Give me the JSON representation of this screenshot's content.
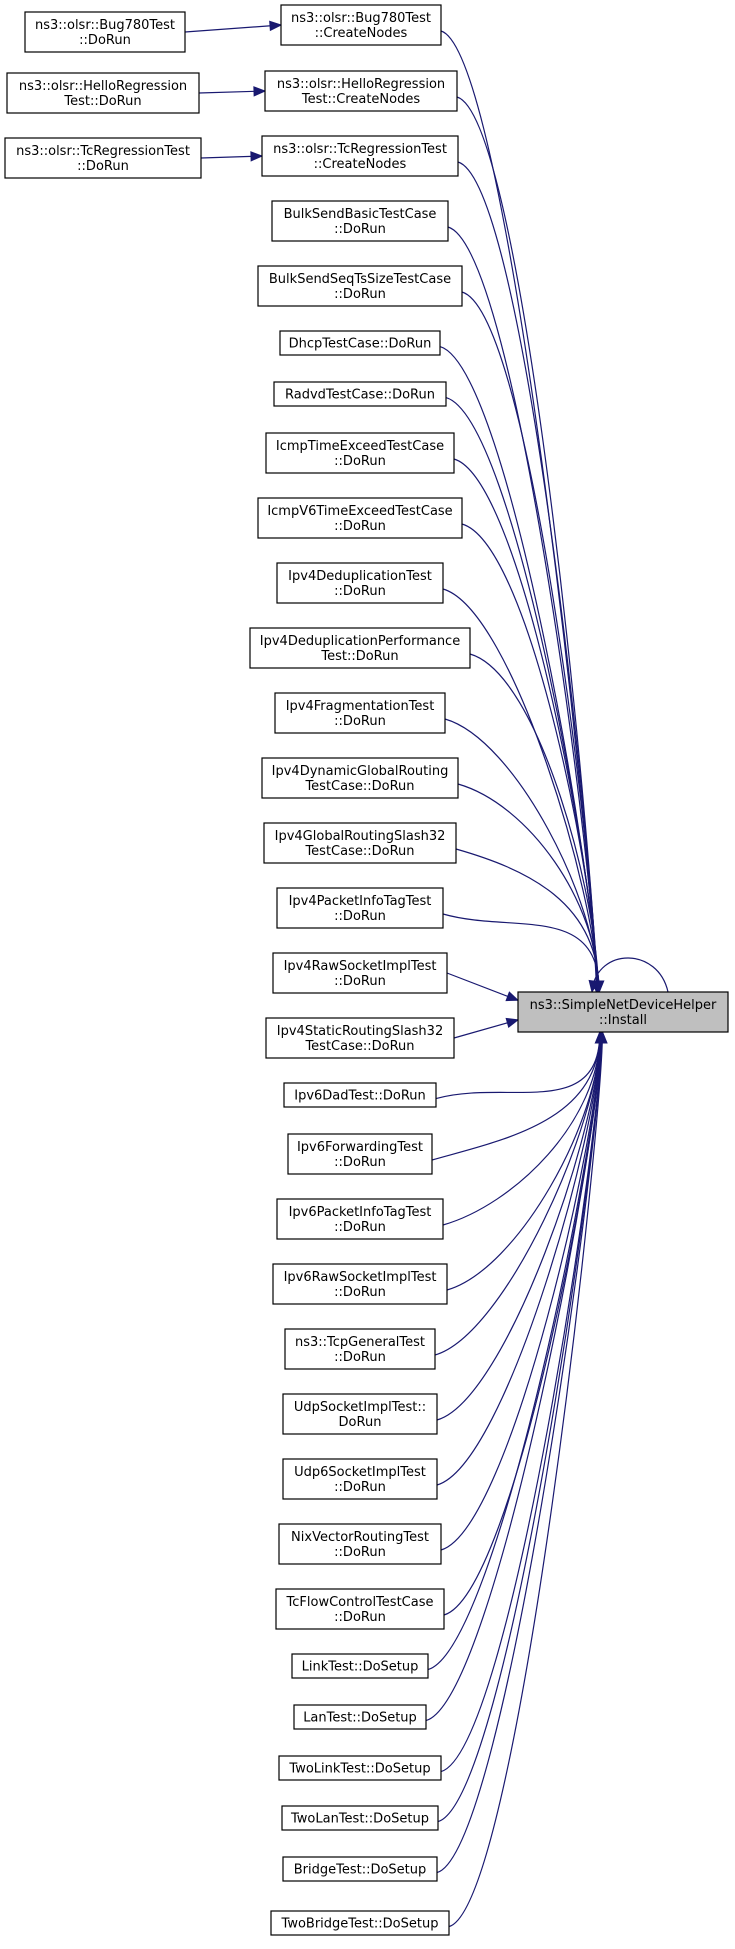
{
  "target": {
    "id": "install",
    "lines": [
      "ns3::SimpleNetDeviceHelper",
      "::Install"
    ]
  },
  "callers": [
    {
      "id": "bug780-donrun",
      "lines": [
        "ns3::olsr::Bug780Test",
        "::DoRun"
      ],
      "calls": "bug780-createnodes"
    },
    {
      "id": "bug780-createnodes",
      "lines": [
        "ns3::olsr::Bug780Test",
        "::CreateNodes"
      ],
      "calls": "install"
    },
    {
      "id": "hello-donrun",
      "lines": [
        "ns3::olsr::HelloRegression",
        "Test::DoRun"
      ],
      "calls": "hello-createnodes"
    },
    {
      "id": "hello-createnodes",
      "lines": [
        "ns3::olsr::HelloRegression",
        "Test::CreateNodes"
      ],
      "calls": "install"
    },
    {
      "id": "tc-donrun",
      "lines": [
        "ns3::olsr::TcRegressionTest",
        "::DoRun"
      ],
      "calls": "tc-createnodes"
    },
    {
      "id": "tc-createnodes",
      "lines": [
        "ns3::olsr::TcRegressionTest",
        "::CreateNodes"
      ],
      "calls": "install"
    },
    {
      "id": "bulksendbasic",
      "lines": [
        "BulkSendBasicTestCase",
        "::DoRun"
      ],
      "calls": "install"
    },
    {
      "id": "bulksendseq",
      "lines": [
        "BulkSendSeqTsSizeTestCase",
        "::DoRun"
      ],
      "calls": "install"
    },
    {
      "id": "dhcp",
      "lines": [
        "DhcpTestCase::DoRun"
      ],
      "calls": "install"
    },
    {
      "id": "radvd",
      "lines": [
        "RadvdTestCase::DoRun"
      ],
      "calls": "install"
    },
    {
      "id": "icmptime",
      "lines": [
        "IcmpTimeExceedTestCase",
        "::DoRun"
      ],
      "calls": "install"
    },
    {
      "id": "icmpv6time",
      "lines": [
        "IcmpV6TimeExceedTestCase",
        "::DoRun"
      ],
      "calls": "install"
    },
    {
      "id": "ipv4dedup",
      "lines": [
        "Ipv4DeduplicationTest",
        "::DoRun"
      ],
      "calls": "install"
    },
    {
      "id": "ipv4dedupperf",
      "lines": [
        "Ipv4DeduplicationPerformance",
        "Test::DoRun"
      ],
      "calls": "install"
    },
    {
      "id": "ipv4frag",
      "lines": [
        "Ipv4FragmentationTest",
        "::DoRun"
      ],
      "calls": "install"
    },
    {
      "id": "ipv4dyn",
      "lines": [
        "Ipv4DynamicGlobalRouting",
        "TestCase::DoRun"
      ],
      "calls": "install"
    },
    {
      "id": "ipv4globalslash",
      "lines": [
        "Ipv4GlobalRoutingSlash32",
        "TestCase::DoRun"
      ],
      "calls": "install"
    },
    {
      "id": "ipv4pkttag",
      "lines": [
        "Ipv4PacketInfoTagTest",
        "::DoRun"
      ],
      "calls": "install"
    },
    {
      "id": "ipv4raw",
      "lines": [
        "Ipv4RawSocketImplTest",
        "::DoRun"
      ],
      "calls": "install"
    },
    {
      "id": "ipv4static",
      "lines": [
        "Ipv4StaticRoutingSlash32",
        "TestCase::DoRun"
      ],
      "calls": "install"
    },
    {
      "id": "ipv6dad",
      "lines": [
        "Ipv6DadTest::DoRun"
      ],
      "calls": "install"
    },
    {
      "id": "ipv6fwd",
      "lines": [
        "Ipv6ForwardingTest",
        "::DoRun"
      ],
      "calls": "install"
    },
    {
      "id": "ipv6pkttag",
      "lines": [
        "Ipv6PacketInfoTagTest",
        "::DoRun"
      ],
      "calls": "install"
    },
    {
      "id": "ipv6raw",
      "lines": [
        "Ipv6RawSocketImplTest",
        "::DoRun"
      ],
      "calls": "install"
    },
    {
      "id": "tcpgeneral",
      "lines": [
        "ns3::TcpGeneralTest",
        "::DoRun"
      ],
      "calls": "install"
    },
    {
      "id": "udpsock",
      "lines": [
        "UdpSocketImplTest::",
        "DoRun"
      ],
      "calls": "install"
    },
    {
      "id": "udp6sock",
      "lines": [
        "Udp6SocketImplTest",
        "::DoRun"
      ],
      "calls": "install"
    },
    {
      "id": "nixvector",
      "lines": [
        "NixVectorRoutingTest",
        "::DoRun"
      ],
      "calls": "install"
    },
    {
      "id": "tcflow",
      "lines": [
        "TcFlowControlTestCase",
        "::DoRun"
      ],
      "calls": "install"
    },
    {
      "id": "linktest",
      "lines": [
        "LinkTest::DoSetup"
      ],
      "calls": "install"
    },
    {
      "id": "lantest",
      "lines": [
        "LanTest::DoSetup"
      ],
      "calls": "install"
    },
    {
      "id": "twolink",
      "lines": [
        "TwoLinkTest::DoSetup"
      ],
      "calls": "install"
    },
    {
      "id": "twolan",
      "lines": [
        "TwoLanTest::DoSetup"
      ],
      "calls": "install"
    },
    {
      "id": "bridge",
      "lines": [
        "BridgeTest::DoSetup"
      ],
      "calls": "install"
    },
    {
      "id": "twobridge",
      "lines": [
        "TwoBridgeTest::DoSetup"
      ],
      "calls": "install"
    }
  ],
  "self_call": true,
  "colors": {
    "edge": "#191970",
    "target_fill": "#bfbfbf",
    "node_fill": "#ffffff",
    "node_border": "#000000"
  }
}
